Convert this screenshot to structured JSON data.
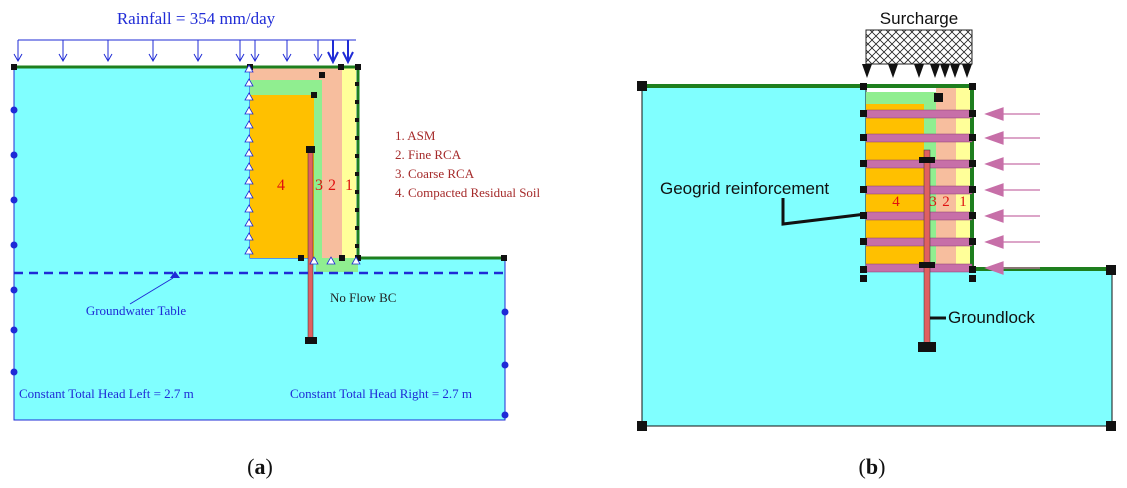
{
  "panel_a": {
    "rainfall_label": "Rainfall = 354 mm/day",
    "legend": [
      "1. ASM",
      "2. Fine RCA",
      "3. Coarse RCA",
      "4. Compacted Residual Soil"
    ],
    "layer_numbers": [
      "1",
      "2",
      "3",
      "4"
    ],
    "groundwater_label": "Groundwater Table",
    "no_flow_label": "No Flow BC",
    "head_left_label": "Constant Total Head Left = 2.7 m",
    "head_right_label": "Constant Total Head Right = 2.7 m",
    "caption_open": "(",
    "caption_letter": "a",
    "caption_close": ")"
  },
  "panel_b": {
    "surcharge_label": "Surcharge",
    "geogrid_label": "Geogrid reinforcement",
    "groundlock_label": "Groundlock",
    "layer_numbers": [
      "1",
      "2",
      "3",
      "4"
    ],
    "caption_open": "(",
    "caption_letter": "b",
    "caption_close": ")"
  },
  "colors": {
    "soil": "#80FFFF",
    "asm": "#FFFF99",
    "fine_rca": "#F7BE9E",
    "coarse_rca": "#90EE90",
    "residual_soil": "#FFC000",
    "boundary_green": "#1E7F1E",
    "blue": "#1F2BD6",
    "geogrid": "#C76FA8",
    "layer_number_red": "#E01010",
    "legend_brown": "#A52A2A"
  }
}
